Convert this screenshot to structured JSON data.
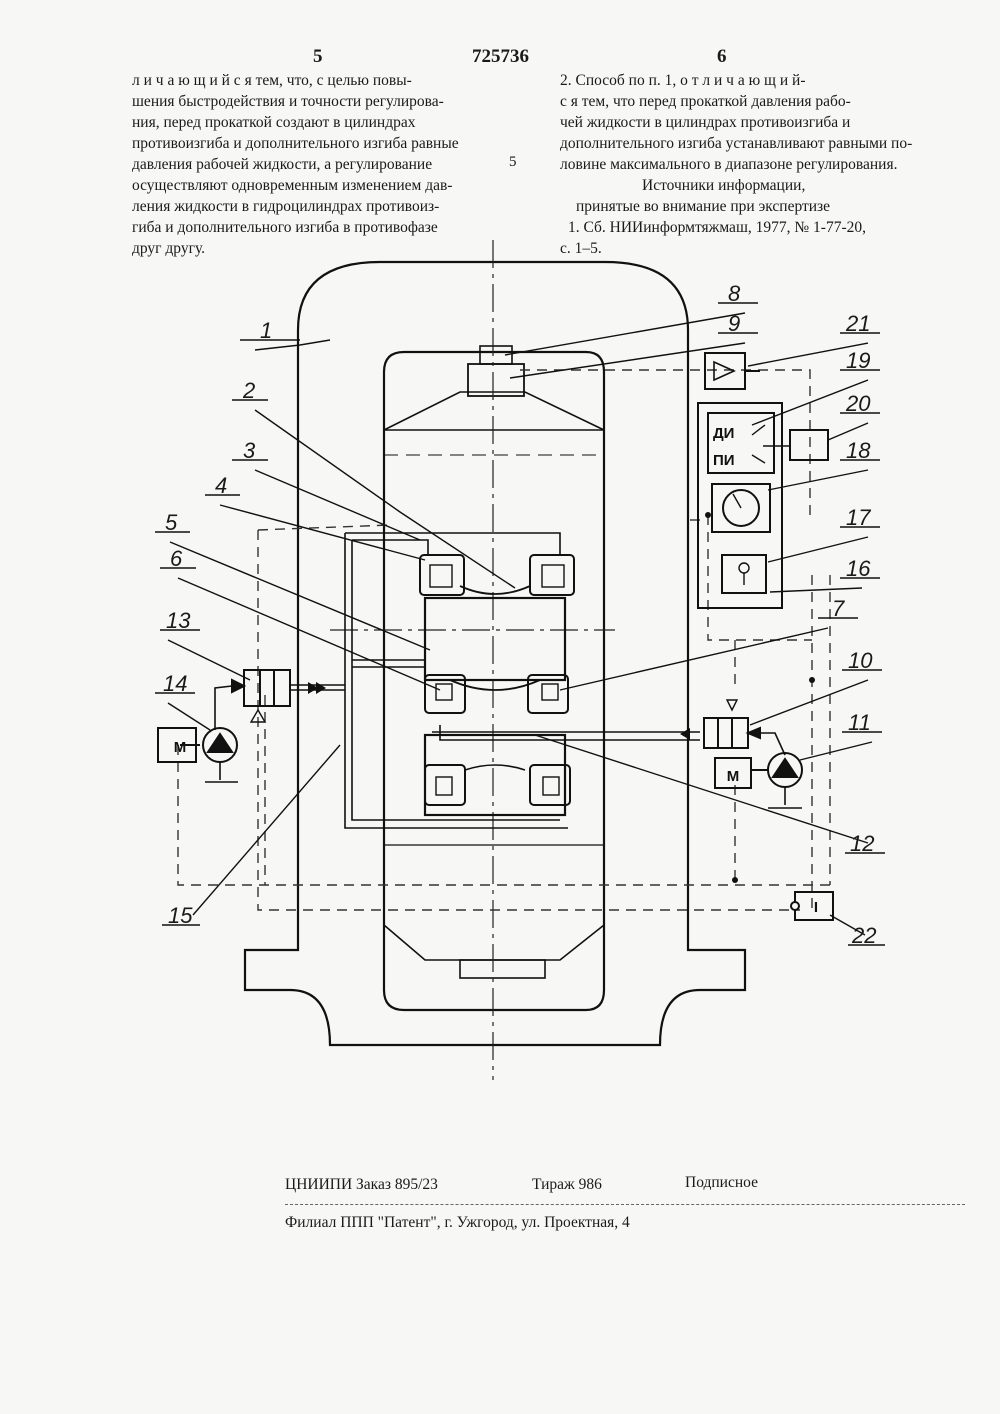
{
  "header": {
    "page_left": "5",
    "patent_number": "725736",
    "page_right": "6"
  },
  "left_column": [
    "л и ч а ю щ и й с я  тем, что, с целью повы-",
    "шения быстродействия и точности регулирова-",
    "ния, перед прокаткой создают в цилиндрах",
    "противоизгиба и дополнительного изгиба равные",
    "давления рабочей жидкости, а регулирование",
    "осуществляют одновременным изменением дав-",
    "ления жидкости в гидроцилиндрах противоиз-",
    "гиба и дополнительного изгиба в противофазе",
    "друг другу."
  ],
  "margin_line_number": "5",
  "right_column": {
    "claim_lines": [
      "2. Способ по п. 1, о т л и ч а ю щ и й-",
      "с я  тем, что перед прокаткой давления рабо-",
      "чей жидкости в цилиндрах противоизгиба и",
      "дополнительного изгиба устанавливают равными по-",
      "ловине максимального в диапазоне регулирования."
    ],
    "sources_heading": "Источники информации,",
    "sources_subheading": "принятые во внимание при экспертизе",
    "source_lines": [
      "1. Сб. НИИинформтяжмаш, 1977, № 1-77-20,",
      "с. 1–5."
    ]
  },
  "figure": {
    "callouts": [
      "1",
      "2",
      "3",
      "4",
      "5",
      "6",
      "7",
      "8",
      "9",
      "10",
      "11",
      "12",
      "13",
      "14",
      "15",
      "16",
      "17",
      "18",
      "19",
      "20",
      "21",
      "22"
    ],
    "motor_label": "М",
    "di_label": "ДИ",
    "pi_label": "ПИ",
    "sensor_label": "I"
  },
  "footer": {
    "order": "ЦНИИПИ Заказ 895/23",
    "circulation": "Тираж 986",
    "subscription": "Подписное",
    "branch": "Филиал ППП \"Патент\", г. Ужгород, ул. Проектная, 4"
  }
}
